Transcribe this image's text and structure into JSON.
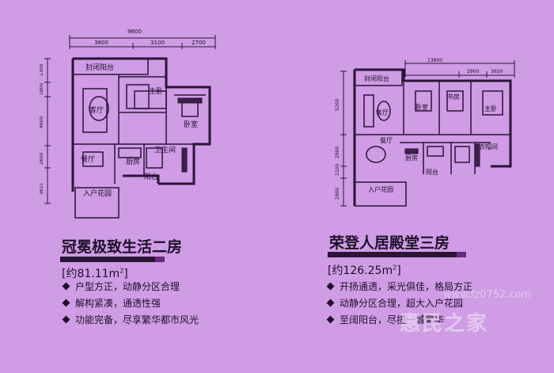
{
  "left": {
    "dims_top": {
      "total": "9600",
      "a": "3800",
      "b": "3100",
      "c": "2700"
    },
    "dims_side": [
      "1300",
      "1800",
      "4600",
      "2600",
      "3621"
    ],
    "rooms": {
      "balcony": "封闭阳台",
      "master": "主卧",
      "living": "客厅",
      "bedroom": "卧室",
      "bath": "卫生间",
      "dining": "餐厅",
      "kitchen": "厨房",
      "balcony2": "阳台",
      "garden": "入户花园"
    },
    "title": "冠冕极致生活二房",
    "area": "约81.11m",
    "area_sup": "2",
    "features": [
      "户型方正，动静分区合理",
      "解构紧凑，通透性强",
      "功能完备，尽享繁华都市风光"
    ]
  },
  "right": {
    "dims_top": {
      "total": "13800",
      "a": "2900",
      "b": "3650"
    },
    "dims_side": [
      "5200",
      "2900",
      "2100",
      "2900"
    ],
    "rooms": {
      "balcony": "封闭阳台",
      "living": "客厅",
      "bed2": "卧室",
      "study": "书房",
      "master": "主卧",
      "dining": "餐厅",
      "kitchen": "厨房",
      "closet": "衣帽间",
      "balcony2": "阳台",
      "garden": "入户花园"
    },
    "title": "荣登人居殿堂三房",
    "area": "约126.25m",
    "area_sup": "2",
    "features": [
      "开扬通透，采光俱佳，格局方正",
      "动静分区合理，超大入户花园",
      "至阔阳台，尽揽一城繁华"
    ]
  },
  "watermark": {
    "url": "www.fz0752.com",
    "brand": "惠民之家"
  }
}
